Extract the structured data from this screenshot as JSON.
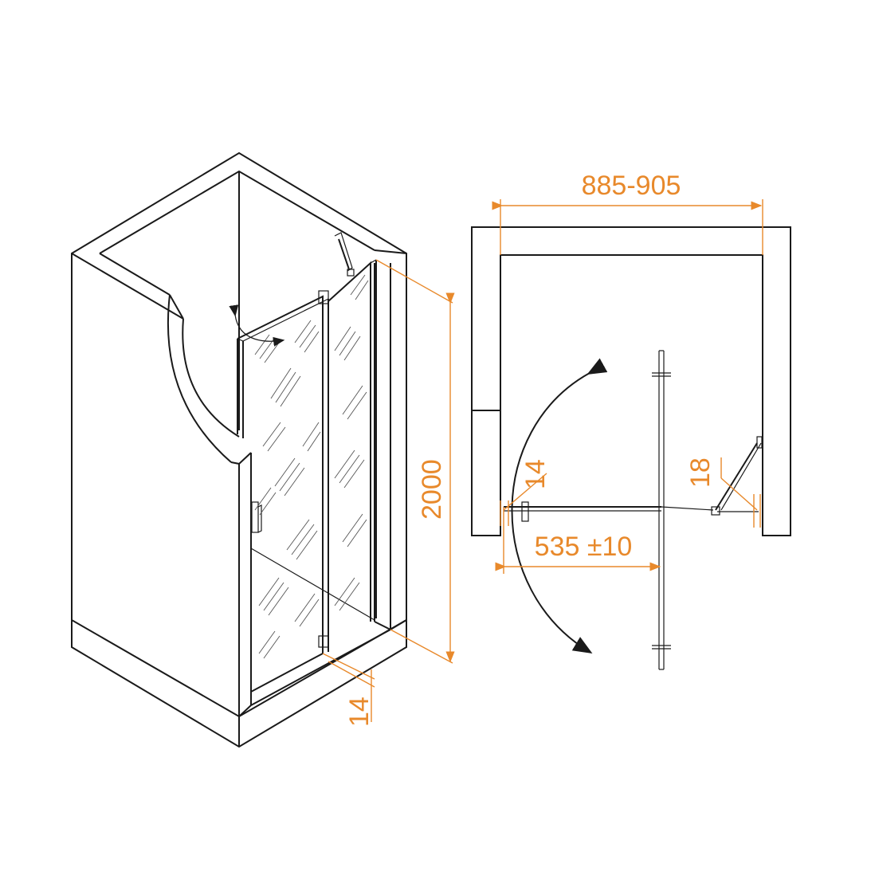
{
  "colors": {
    "outline": "#1a1a1a",
    "dimension": "#e8892b",
    "background": "#ffffff"
  },
  "iso_view": {
    "height_label": "2000",
    "bottom_gap_label": "14"
  },
  "plan_view": {
    "width_label": "885-905",
    "door_label": "535 ±10",
    "left_gap_label": "14",
    "right_gap_label": "18"
  }
}
